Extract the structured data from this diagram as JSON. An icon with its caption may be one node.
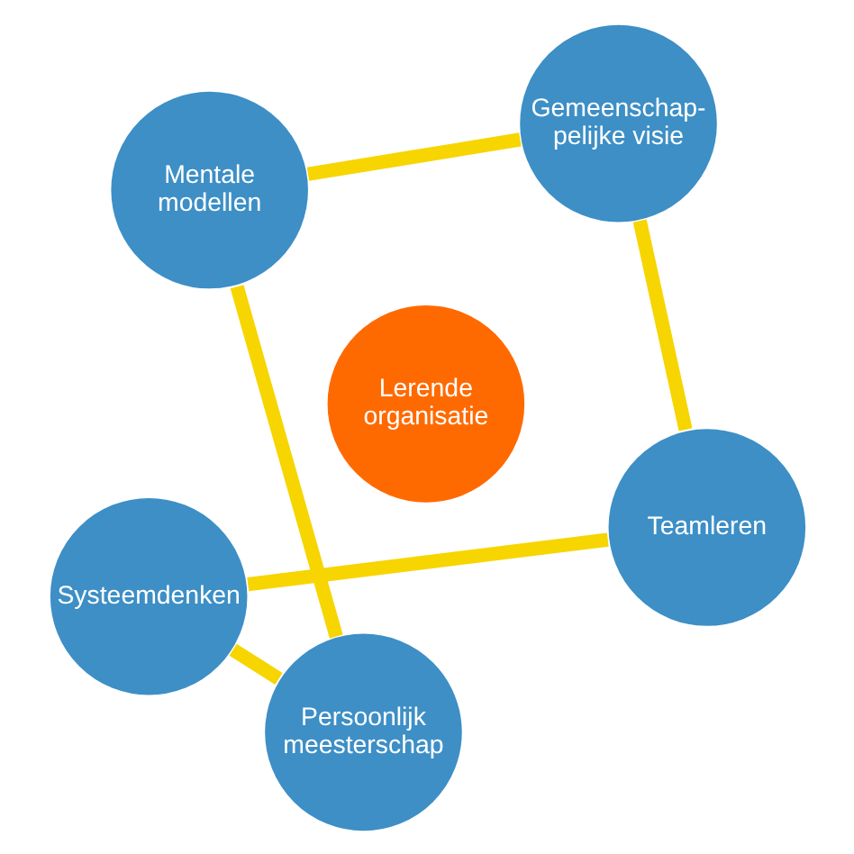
{
  "diagram": {
    "nodes": [
      {
        "text": [
          "Systeemdenken"
        ]
      },
      {
        "text": [
          "Teamleren"
        ]
      },
      {
        "text": [
          "Persoonlijk meesterschap"
        ]
      },
      {
        "text": [
          "Lerende organisatie"
        ]
      },
      {
        "text": [
          "Gemeenschap- pelijke visie"
        ]
      },
      {
        "text": [
          "Mentale modellen"
        ]
      }
    ],
    "edges": [
      {
        "from": 0,
        "to": 2,
        "arrow": "none"
      },
      {
        "from": 2,
        "to": 5,
        "arrow": "none"
      },
      {
        "from": 5,
        "to": 4,
        "arrow": "none"
      },
      {
        "from": 4,
        "to": 1,
        "arrow": "none"
      },
      {
        "from": 1,
        "to": 0,
        "arrow": "none"
      }
    ]
  }
}
